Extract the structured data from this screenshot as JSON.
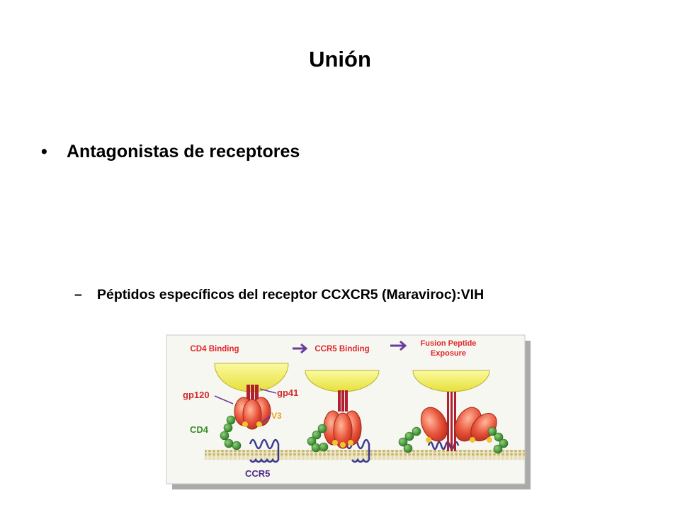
{
  "slide": {
    "title": "Unión",
    "bullet_marker": "•",
    "bullet_text": "Antagonistas de receptores",
    "sub_marker": "–",
    "sub_text": "Péptidos específicos del receptor CCXCR5 (Maraviroc):VIH"
  },
  "figure": {
    "step1": "CD4 Binding",
    "step2": "CCR5 Binding",
    "step3_line1": "Fusion Peptide",
    "step3_line2": "Exposure",
    "label_gp120": "gp120",
    "label_gp41": "gp41",
    "label_v3": "V3",
    "label_cd4": "CD4",
    "label_ccr5": "CCR5",
    "colors": {
      "header_text": "#e0262b",
      "arrow": "#6a3d9a",
      "label_red": "#d12a2a",
      "label_green": "#3a8a2a",
      "label_purple": "#4a2a8a",
      "label_orange": "#e8a020",
      "gp120": "#e8523a",
      "gp41": "#b02030",
      "cap": "#f2ee55",
      "cd4": "#3a8f2f",
      "v3": "#f4c430",
      "membrane": "#cfc49a",
      "ccr5": "#3b3a8f"
    }
  }
}
